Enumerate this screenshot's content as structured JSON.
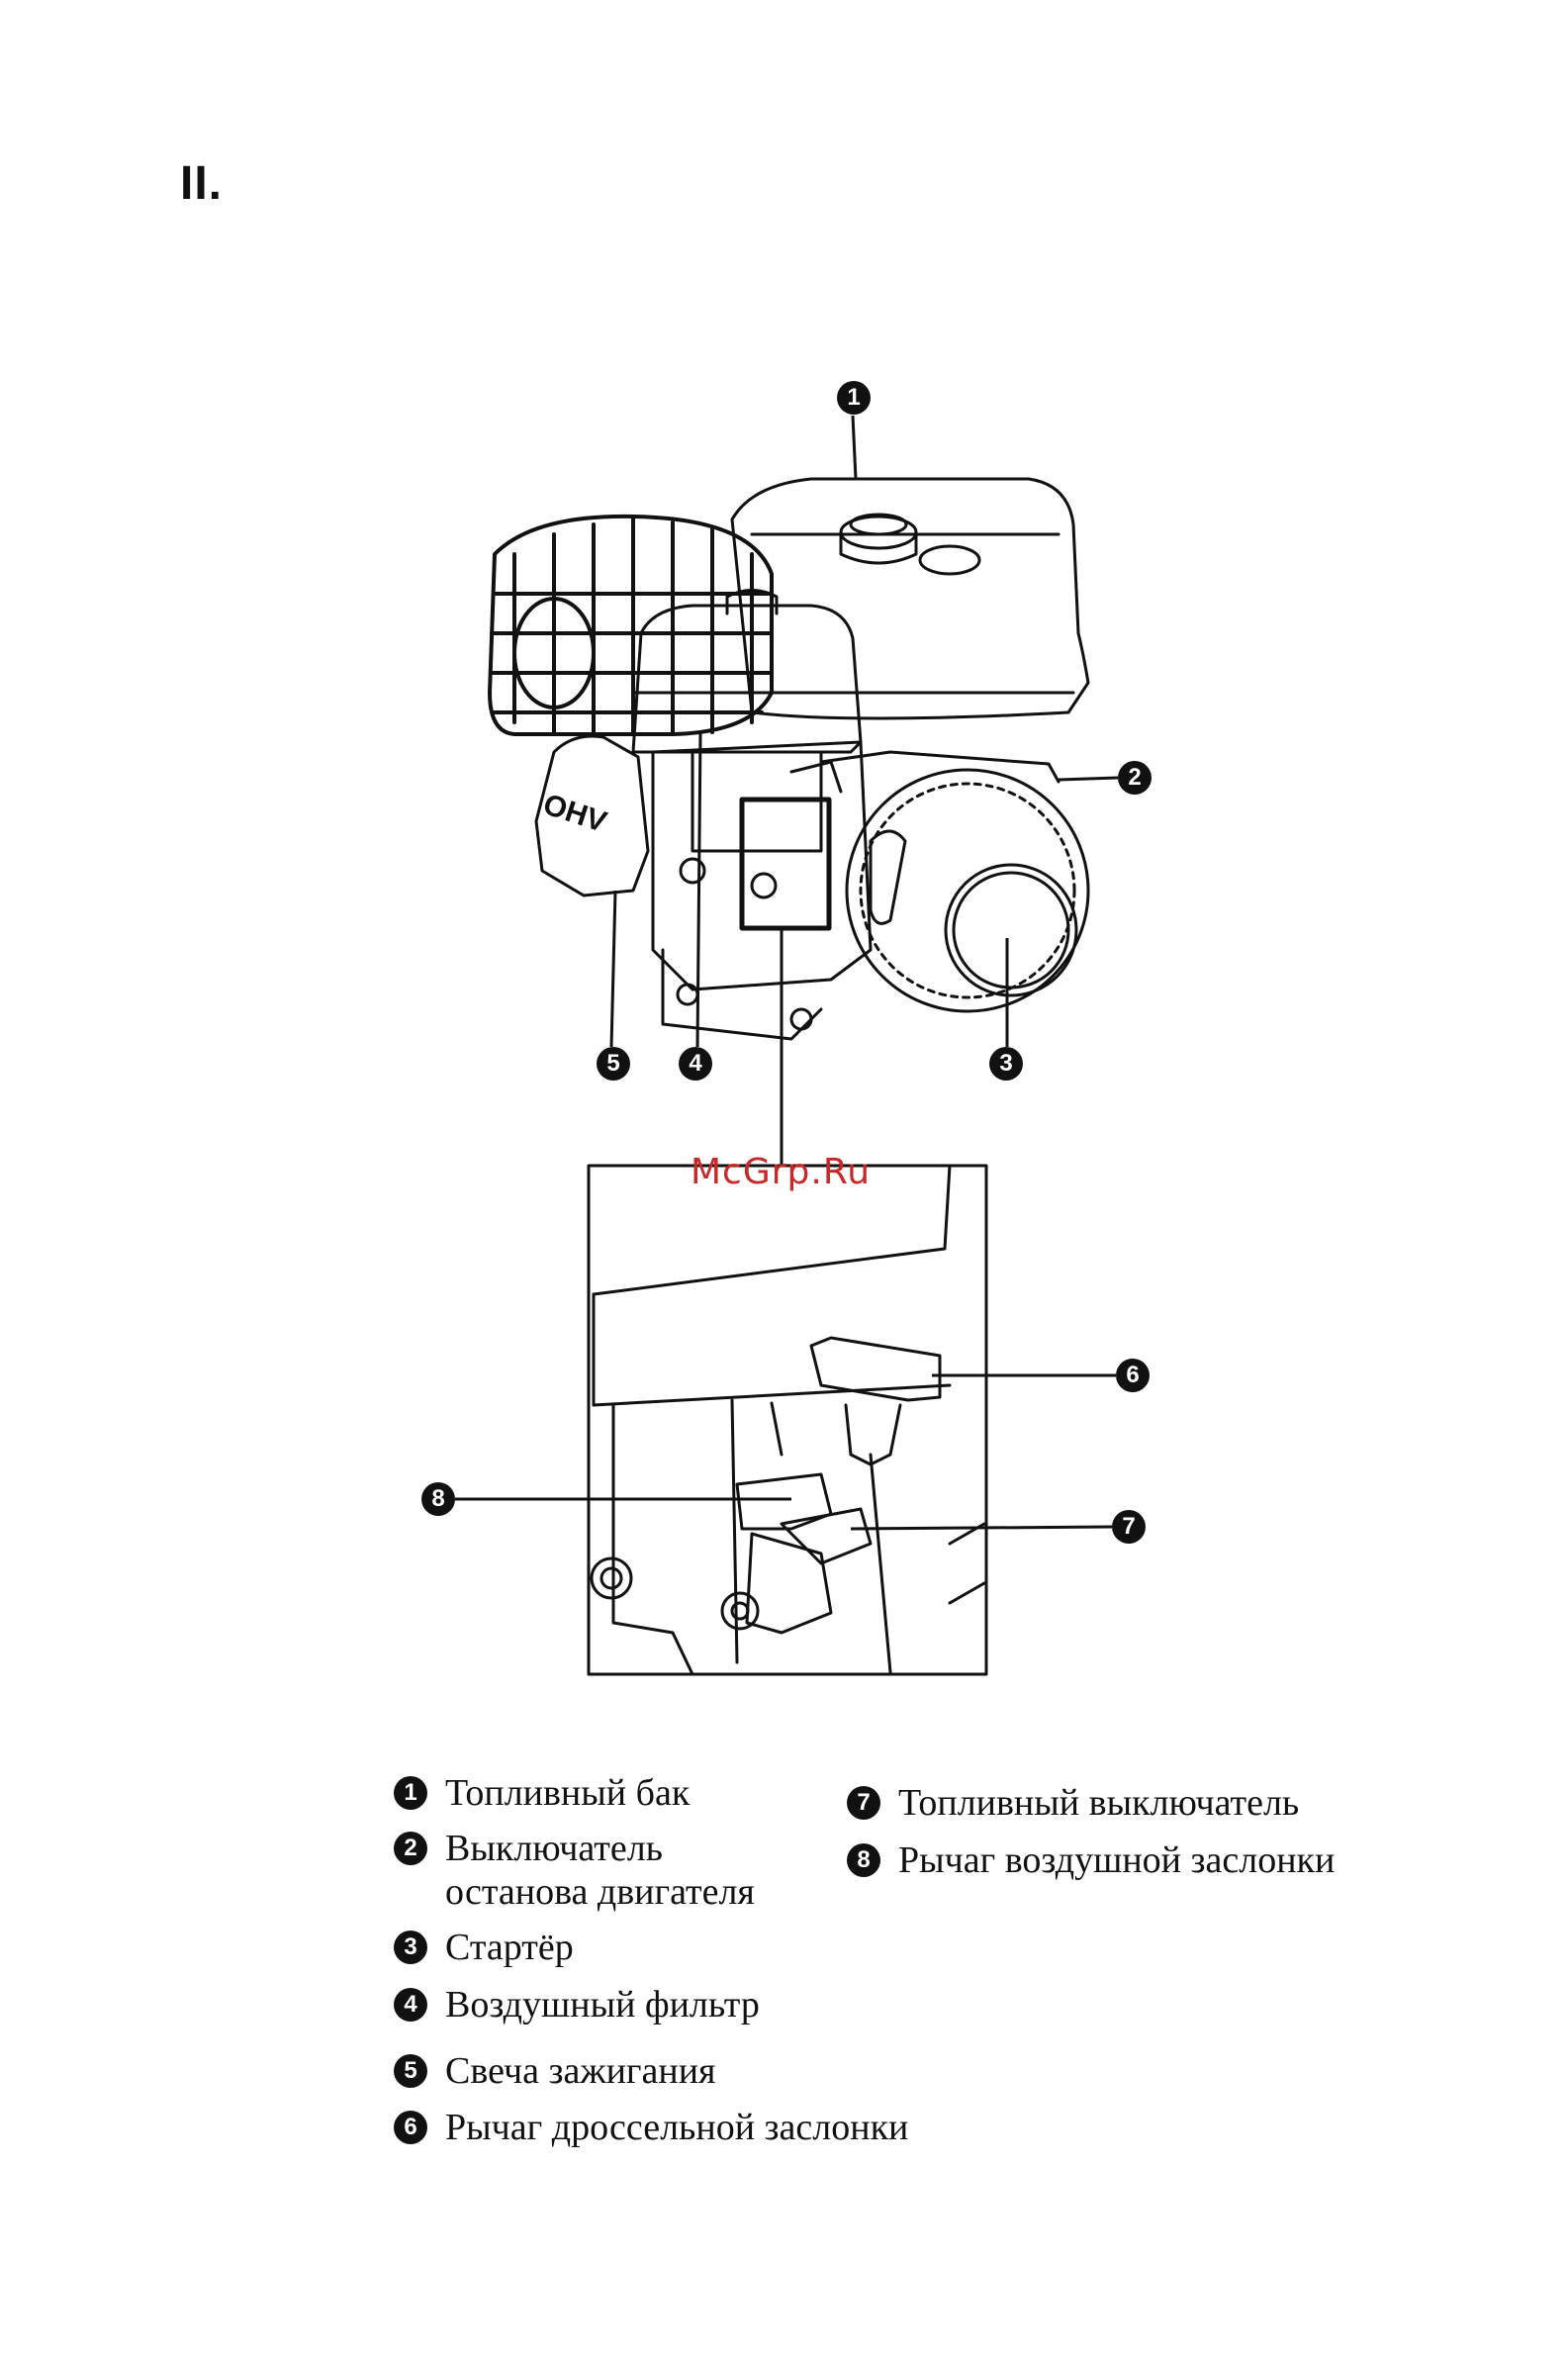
{
  "page": {
    "section": "II."
  },
  "watermark": "McGrp.Ru",
  "callouts": [
    "1",
    "2",
    "3",
    "4",
    "5",
    "6",
    "7",
    "8"
  ],
  "legend": [
    {
      "num": "1",
      "label": "Топливный бак"
    },
    {
      "num": "2",
      "label": "Выключатель\nостанова двигателя"
    },
    {
      "num": "3",
      "label": "Стартёр"
    },
    {
      "num": "4",
      "label": "Воздушный фильтр"
    },
    {
      "num": "5",
      "label": "Свеча зажигания"
    },
    {
      "num": "6",
      "label": "Рычаг дроссельной заслонки"
    },
    {
      "num": "7",
      "label": "Топливный выключатель"
    },
    {
      "num": "8",
      "label": "Рычаг воздушной заслонки"
    }
  ]
}
